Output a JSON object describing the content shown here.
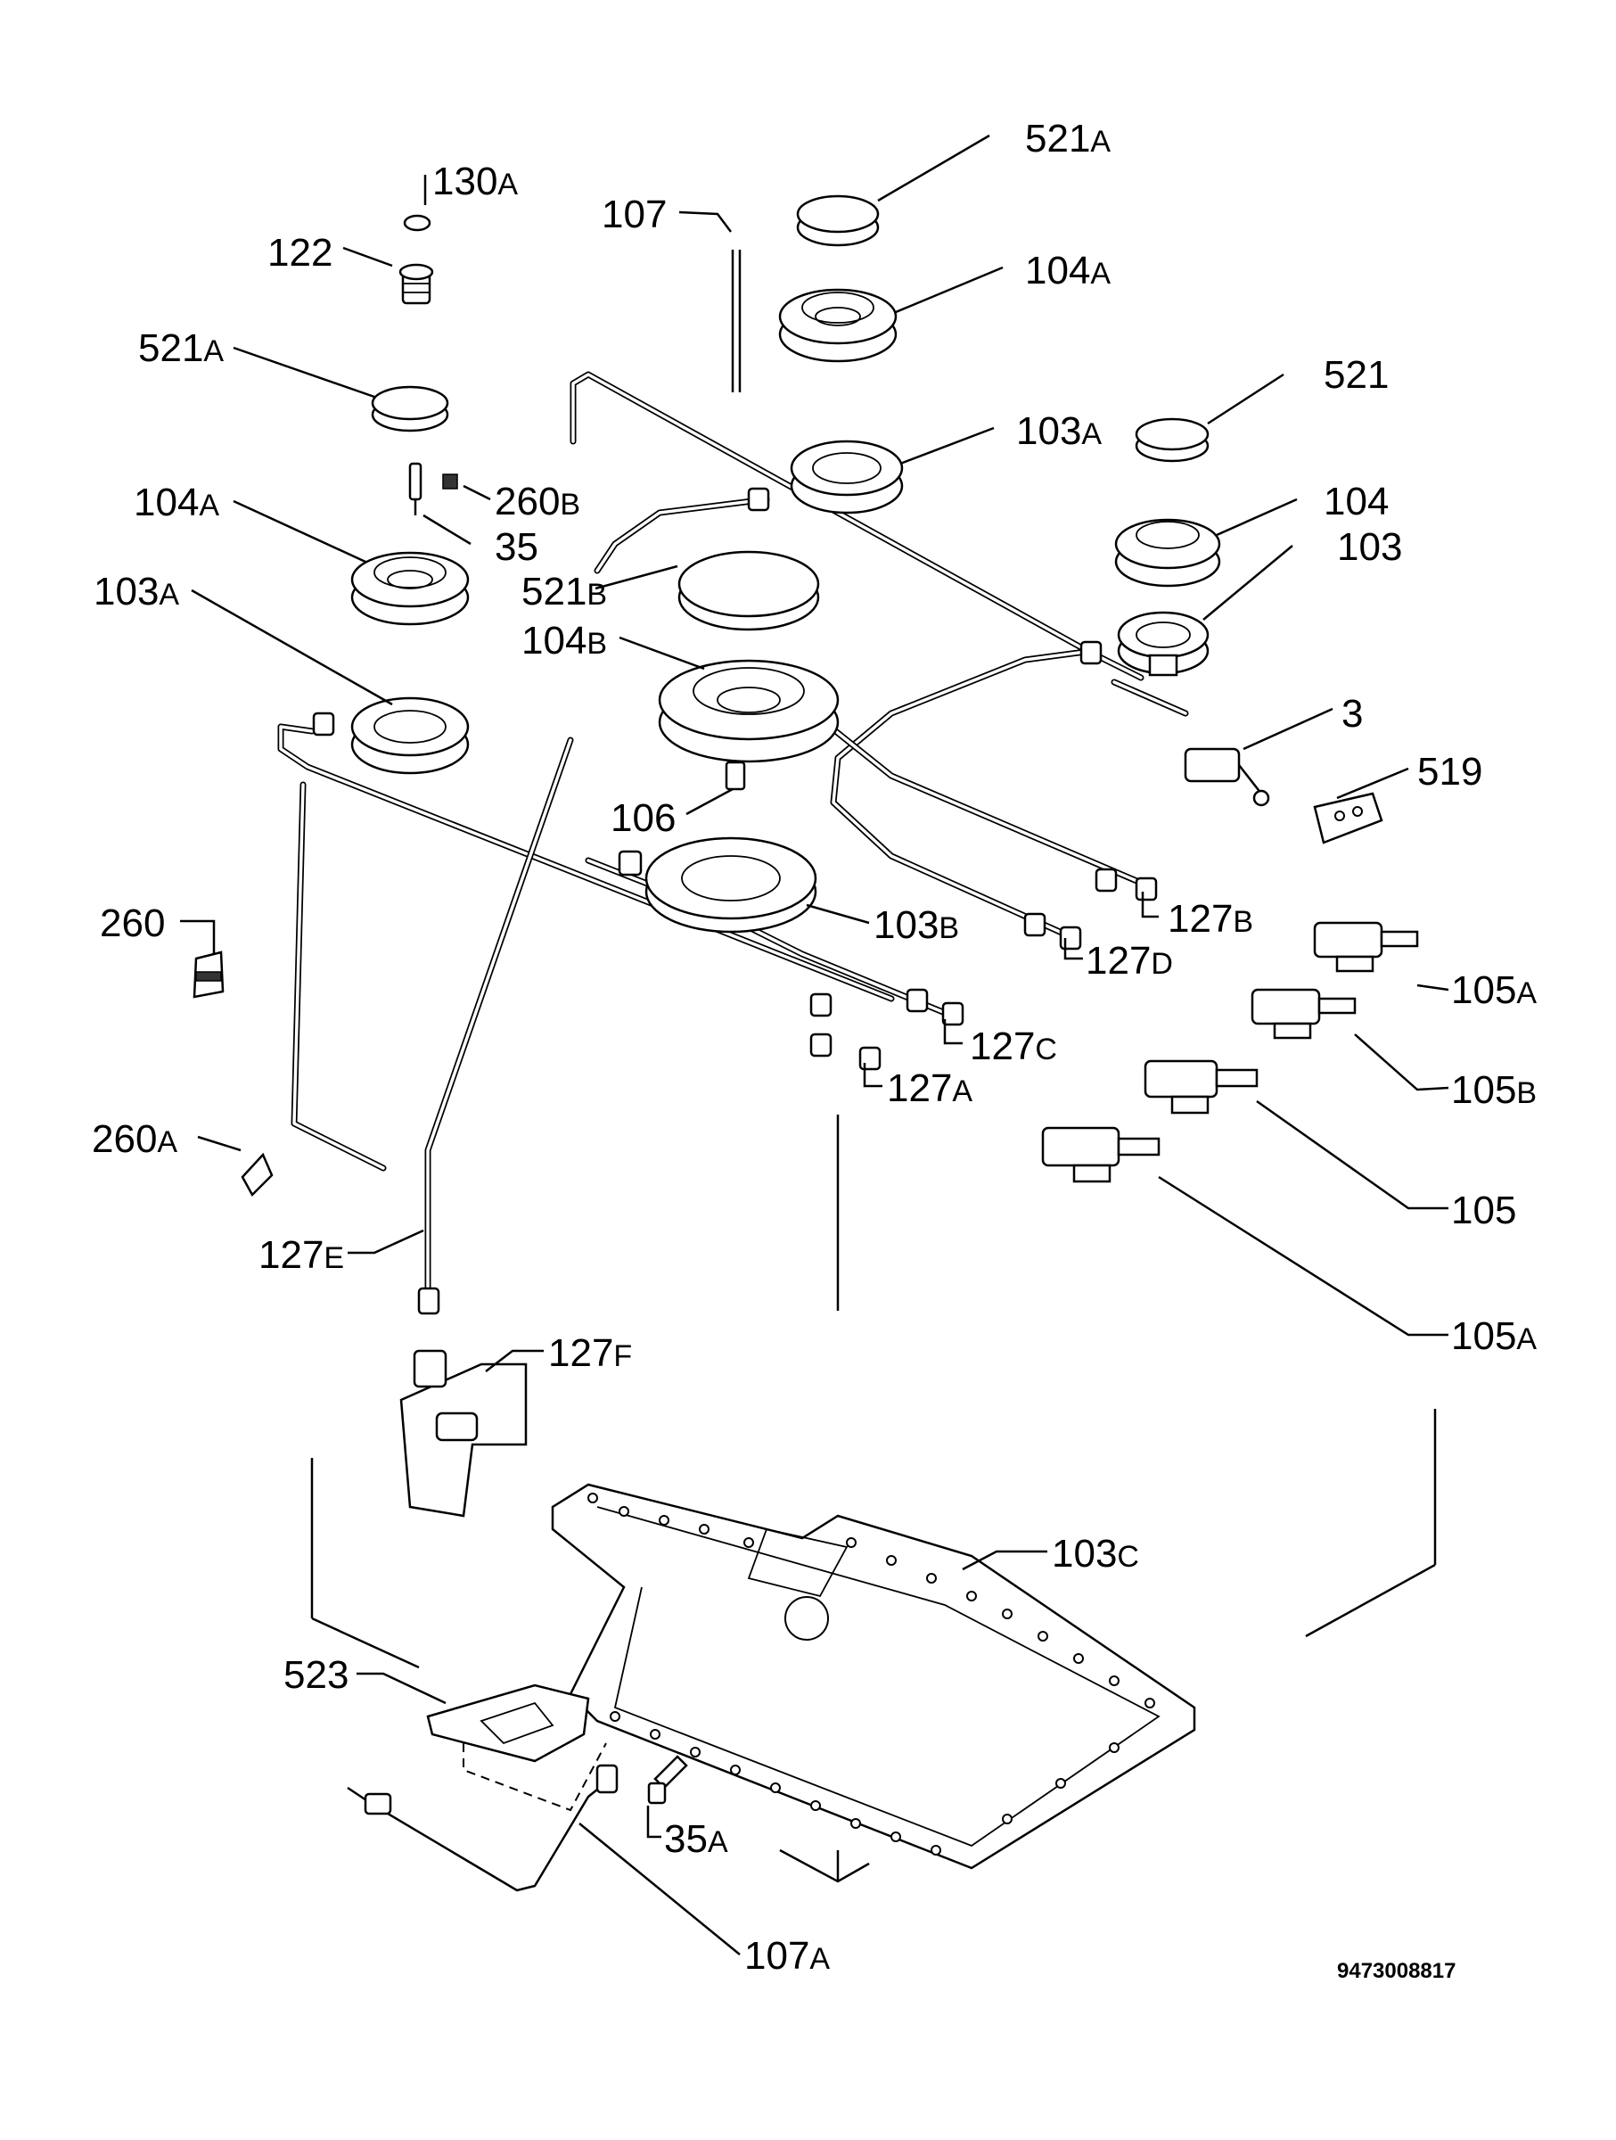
{
  "diagram": {
    "labels": [
      {
        "id": "521A-top",
        "main": "521",
        "suffix": "A"
      },
      {
        "id": "130A",
        "main": "130",
        "suffix": "A"
      },
      {
        "id": "107",
        "main": "107",
        "suffix": ""
      },
      {
        "id": "122",
        "main": "122",
        "suffix": ""
      },
      {
        "id": "104A-top",
        "main": "104",
        "suffix": "A"
      },
      {
        "id": "521A-left",
        "main": "521",
        "suffix": "A"
      },
      {
        "id": "521",
        "main": "521",
        "suffix": ""
      },
      {
        "id": "103A-center",
        "main": "103",
        "suffix": "A"
      },
      {
        "id": "260B",
        "main": "260",
        "suffix": "B"
      },
      {
        "id": "104A-left",
        "main": "104",
        "suffix": "A"
      },
      {
        "id": "104",
        "main": "104",
        "suffix": ""
      },
      {
        "id": "35",
        "main": "35",
        "suffix": ""
      },
      {
        "id": "103",
        "main": "103",
        "suffix": ""
      },
      {
        "id": "521B",
        "main": "521",
        "suffix": "B"
      },
      {
        "id": "103A-left",
        "main": "103",
        "suffix": "A"
      },
      {
        "id": "104B",
        "main": "104",
        "suffix": "B"
      },
      {
        "id": "3",
        "main": "3",
        "suffix": ""
      },
      {
        "id": "519",
        "main": "519",
        "suffix": ""
      },
      {
        "id": "106",
        "main": "106",
        "suffix": ""
      },
      {
        "id": "260",
        "main": "260",
        "suffix": ""
      },
      {
        "id": "127B",
        "main": "127",
        "suffix": "B"
      },
      {
        "id": "103B",
        "main": "103",
        "suffix": "B"
      },
      {
        "id": "127D",
        "main": "127",
        "suffix": "D"
      },
      {
        "id": "105A-right",
        "main": "105",
        "suffix": "A"
      },
      {
        "id": "127C",
        "main": "127",
        "suffix": "C"
      },
      {
        "id": "105B",
        "main": "105",
        "suffix": "B"
      },
      {
        "id": "127A",
        "main": "127",
        "suffix": "A"
      },
      {
        "id": "260A",
        "main": "260",
        "suffix": "A"
      },
      {
        "id": "105",
        "main": "105",
        "suffix": ""
      },
      {
        "id": "127E",
        "main": "127",
        "suffix": "E"
      },
      {
        "id": "105A-lower",
        "main": "105",
        "suffix": "A"
      },
      {
        "id": "127F",
        "main": "127",
        "suffix": "F"
      },
      {
        "id": "103C",
        "main": "103",
        "suffix": "C"
      },
      {
        "id": "523",
        "main": "523",
        "suffix": ""
      },
      {
        "id": "35A",
        "main": "35",
        "suffix": "A"
      },
      {
        "id": "107A",
        "main": "107",
        "suffix": "A"
      }
    ],
    "drawing_code": "9473008817"
  }
}
